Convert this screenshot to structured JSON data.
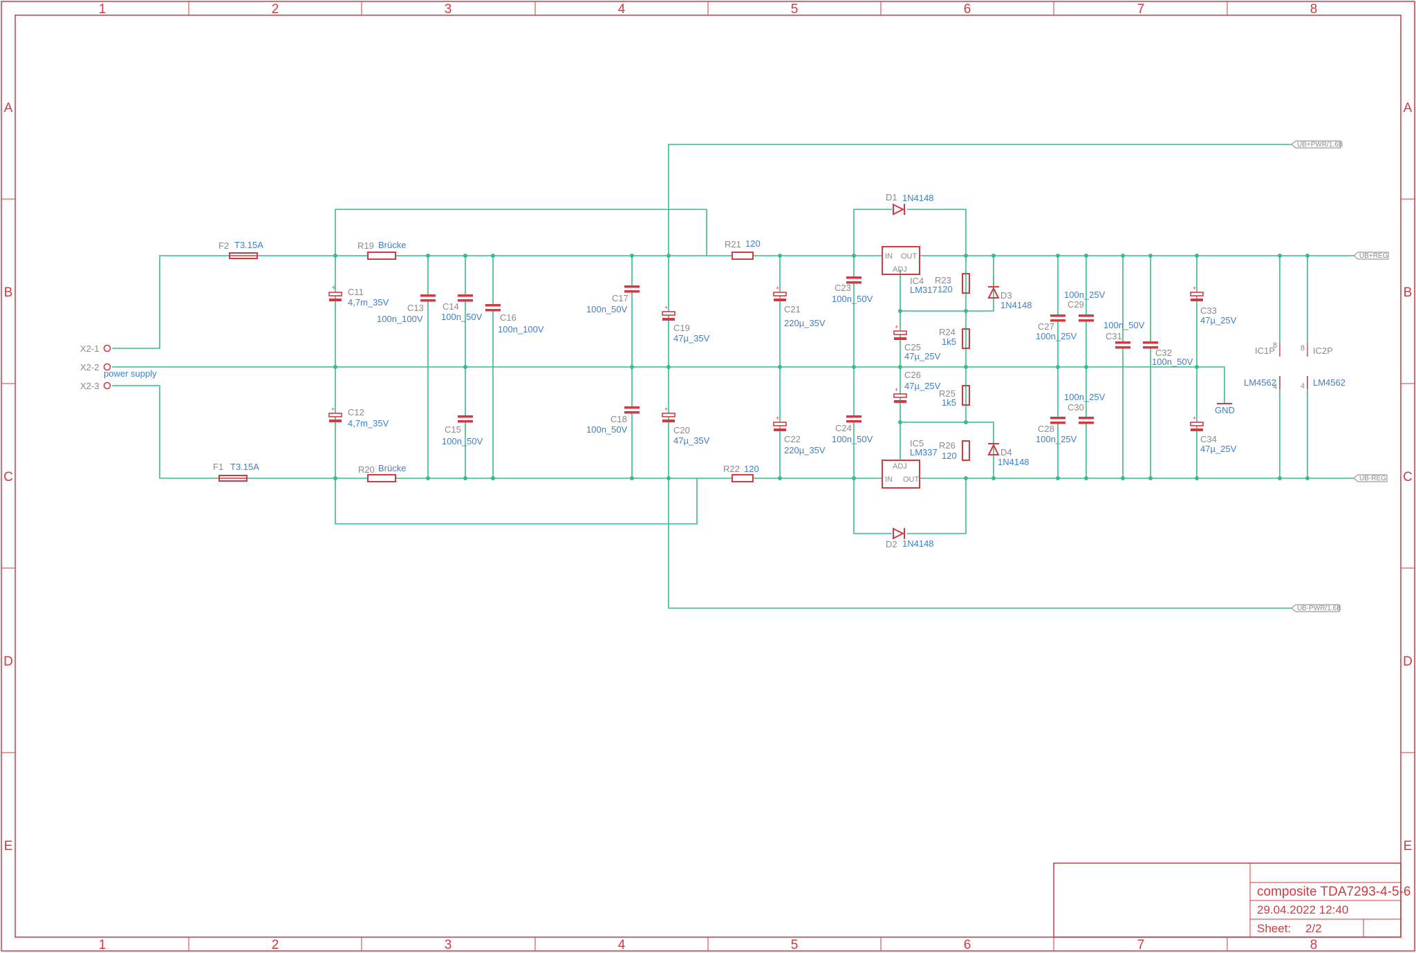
{
  "title_block": {
    "drawing_title": "composite TDA7293-4-5-6",
    "date": "29.04.2022 12:40",
    "sheet_label": "Sheet:",
    "sheet_value": "2/2"
  },
  "frame": {
    "columns": [
      "1",
      "2",
      "3",
      "4",
      "5",
      "6",
      "7",
      "8"
    ],
    "rows": [
      "A",
      "B",
      "C",
      "D",
      "E"
    ]
  },
  "connectors": {
    "x2_1": "X2-1",
    "x2_2": "X2-2",
    "x2_3": "X2-3",
    "x2_value": "power supply"
  },
  "ports": {
    "ub_pos_pwr": "UB+PWR/1.6B",
    "ub_neg_pwr": "UB-PWR/1.6B",
    "ub_pos_reg": "UB+REG",
    "ub_neg_reg": "UB-REG",
    "gnd": "GND"
  },
  "components": {
    "F2": {
      "name": "F2",
      "value": "T3.15A"
    },
    "F1": {
      "name": "F1",
      "value": "T3.15A"
    },
    "R19": {
      "name": "R19",
      "value": "Brücke"
    },
    "R20": {
      "name": "R20",
      "value": "Brücke"
    },
    "R21": {
      "name": "R21",
      "value": "120"
    },
    "R22": {
      "name": "R22",
      "value": "120"
    },
    "R23": {
      "name": "R23",
      "value": "120"
    },
    "R24": {
      "name": "R24",
      "value": "1k5"
    },
    "R25": {
      "name": "R25",
      "value": "1k5"
    },
    "R26": {
      "name": "R26",
      "value": "120"
    },
    "C11": {
      "name": "C11",
      "value": "4,7m_35V"
    },
    "C12": {
      "name": "C12",
      "value": "4,7m_35V"
    },
    "C13": {
      "name": "C13",
      "value": "100n_100V"
    },
    "C14": {
      "name": "C14",
      "value": "100n_50V"
    },
    "C15": {
      "name": "C15",
      "value": "100n_50V"
    },
    "C16": {
      "name": "C16",
      "value": "100n_100V"
    },
    "C17": {
      "name": "C17",
      "value": "100n_50V"
    },
    "C18": {
      "name": "C18",
      "value": "100n_50V"
    },
    "C19": {
      "name": "C19",
      "value": "47µ_35V"
    },
    "C20": {
      "name": "C20",
      "value": "47µ_35V"
    },
    "C21": {
      "name": "C21",
      "value": "220µ_35V"
    },
    "C22": {
      "name": "C22",
      "value": "220µ_35V"
    },
    "C23": {
      "name": "C23",
      "value": "100n_50V"
    },
    "C24": {
      "name": "C24",
      "value": "100n_50V"
    },
    "C25": {
      "name": "C25",
      "value": "47µ_25V"
    },
    "C26": {
      "name": "C26",
      "value": "47µ_25V"
    },
    "C27": {
      "name": "C27",
      "value": "100n_25V"
    },
    "C28": {
      "name": "C28",
      "value": "100n_25V"
    },
    "C29": {
      "name": "C29",
      "value": "100n_25V"
    },
    "C30": {
      "name": "C30",
      "value": "100n_25V"
    },
    "C31": {
      "name": "C31",
      "value": "100n_50V"
    },
    "C32": {
      "name": "C32",
      "value": "100n_50V"
    },
    "C33": {
      "name": "C33",
      "value": "47µ_25V"
    },
    "C34": {
      "name": "C34",
      "value": "47µ_25V"
    },
    "D1": {
      "name": "D1",
      "value": "1N4148"
    },
    "D2": {
      "name": "D2",
      "value": "1N4148"
    },
    "D3": {
      "name": "D3",
      "value": "1N4148"
    },
    "D4": {
      "name": "D4",
      "value": "1N4148"
    },
    "IC4": {
      "name": "IC4",
      "value": "LM317"
    },
    "IC5": {
      "name": "IC5",
      "value": "LM337"
    },
    "IC1P": {
      "name": "IC1P",
      "value": "LM4562"
    },
    "IC2P": {
      "name": "IC2P",
      "value": "LM4562"
    }
  },
  "pins": {
    "in": "IN",
    "out": "OUT",
    "adj": "ADJ",
    "p8": "8",
    "p4": "4"
  }
}
